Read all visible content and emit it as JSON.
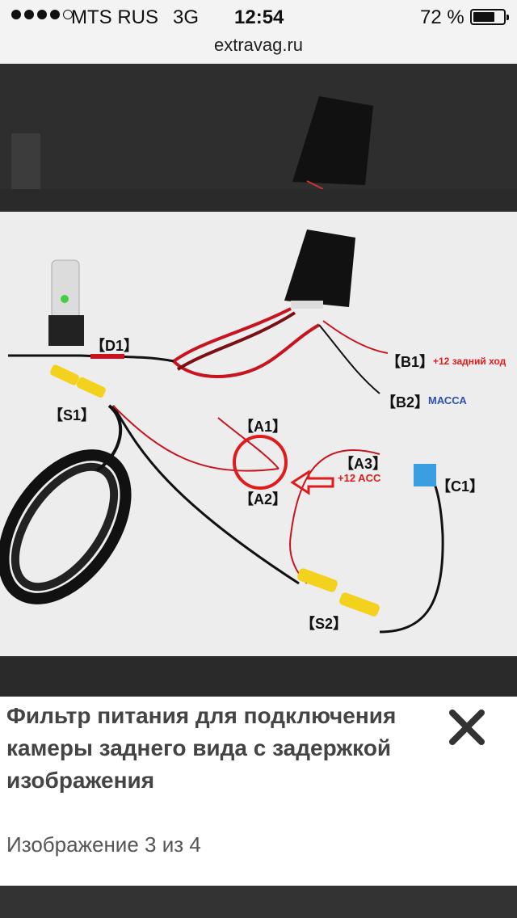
{
  "status_bar": {
    "carrier": "MTS RUS",
    "network": "3G",
    "time": "12:54",
    "battery_percent": "72 %",
    "battery_level": 0.72
  },
  "browser": {
    "url": "extravag.ru"
  },
  "diagram_labels": {
    "d1": "【D1】",
    "b1": "【B1】",
    "b1_note": "+12 задний ход",
    "b2": "【B2】",
    "b2_note": "МАССА",
    "a1": "【A1】",
    "a2": "【A2】",
    "a3": "【A3】",
    "a3_note": "+12 ACC",
    "c1": "【C1】",
    "s1": "【S1】",
    "s2": "【S2】"
  },
  "caption_panel": {
    "title": "Фильтр питания для подключения камеры заднего вида с задержкой изображения",
    "counter": "Изображение 3 из 4",
    "close_icon": "close-icon"
  },
  "colors": {
    "wire_red": "#c8141e",
    "wire_black": "#111111",
    "connector_yellow": "#f2d21c",
    "connector_blue": "#3a9fe0",
    "note_red": "#e01b1b",
    "note_blue": "#2f4fb6",
    "close_icon": "#333333"
  }
}
